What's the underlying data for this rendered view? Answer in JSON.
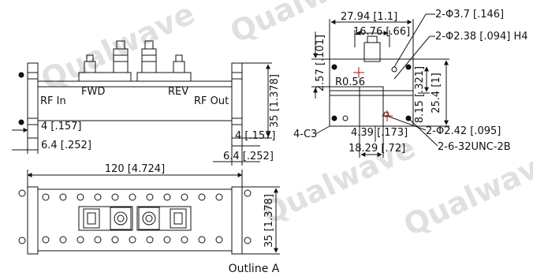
{
  "watermark": {
    "text": "Qualwave"
  },
  "side_view": {
    "labels": {
      "fwd": "FWD",
      "rev": "REV",
      "rf_in": "RF In",
      "rf_out": "RF Out"
    },
    "dims": {
      "height": "35 [1.378]",
      "left_flange_gap": "4 [.157]",
      "left_flange_width": "6.4 [.252]",
      "right_flange_gap": "4 [.157]",
      "right_flange_width": "6.4 [.252]"
    }
  },
  "end_view": {
    "dims": {
      "width_outer": "27.94 [1.1]",
      "width_inner": "16.76 [.66]",
      "hole_a": "2-Φ3.7 [.146]",
      "hole_b": "2-Φ2.38 [.094] H4",
      "hole_c": "2-Φ2.42 [.095]",
      "thread": "2-6-32UNC-2B",
      "left_height": "2.57 [.101]",
      "radius": "R0.56",
      "right_h1": "8.15 [.321]",
      "right_h2": "25.4 [1]",
      "chamfer": "4-C3",
      "bottom_small": "4.39 [.173]",
      "bottom_width": "18.29 [.72]"
    }
  },
  "top_view": {
    "dims": {
      "length": "120 [4.724]",
      "height": "35 [1.378]"
    }
  },
  "caption": "Outline A"
}
